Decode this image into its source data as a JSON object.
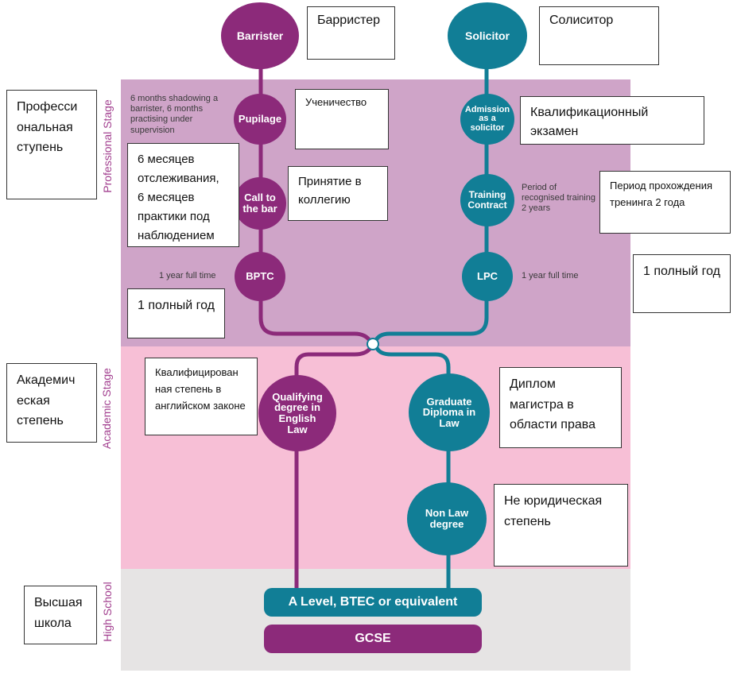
{
  "colors": {
    "purple": "#8c2a7a",
    "teal": "#117e96",
    "professional_band": "#cfa4c8",
    "academic_band": "#f7bfd6",
    "highschool_band": "#e6e4e4",
    "stage_text": "#a23f8f"
  },
  "stages": {
    "professional": "Professional Stage",
    "academic": "Academic Stage",
    "high_school": "High School"
  },
  "nodes": {
    "barrister": "Barrister",
    "solicitor": "Solicitor",
    "pupilage": "Pupilage",
    "admission": "Admission as a solicitor",
    "call_to_bar": "Call to the bar",
    "training_contract": "Training Contract",
    "bptc": "BPTC",
    "lpc": "LPC",
    "qualifying_degree": "Qualifying degree in English Law",
    "graduate_diploma": "Graduate Diploma in Law",
    "non_law_degree": "Non Law degree",
    "a_level": "A Level, BTEC or equivalent",
    "gcse": "GCSE"
  },
  "notes": {
    "pupilage_note": "6 months shadowing a barrister, 6 months practising under supervision",
    "training_note": "Period of recognised training 2 years",
    "bptc_note": "1 year full time",
    "lpc_note": "1 year full time"
  },
  "translations": {
    "barrister": "Барристер",
    "solicitor": "Солиситор",
    "pupilage": "Ученичество",
    "admission": "Квалификационный экзамен",
    "professional_stage": "Професси ональная ступень",
    "pupilage_note": "6 месяцев отслеживания, 6 месяцев практики под наблюдением",
    "call_to_bar": "Принятие в коллегию",
    "training_contract": "Период прохождения тренинга 2 года",
    "lpc_note": "1 полный год",
    "bptc_note": "1 полный год",
    "academic_stage": "Академич еская степень",
    "qualifying_degree": "Квалифицирован ная степень в английском законе",
    "graduate_diploma": "Диплом магистра в области права",
    "non_law_degree": "Не юридическая степень",
    "high_school": "Высшая школа"
  }
}
